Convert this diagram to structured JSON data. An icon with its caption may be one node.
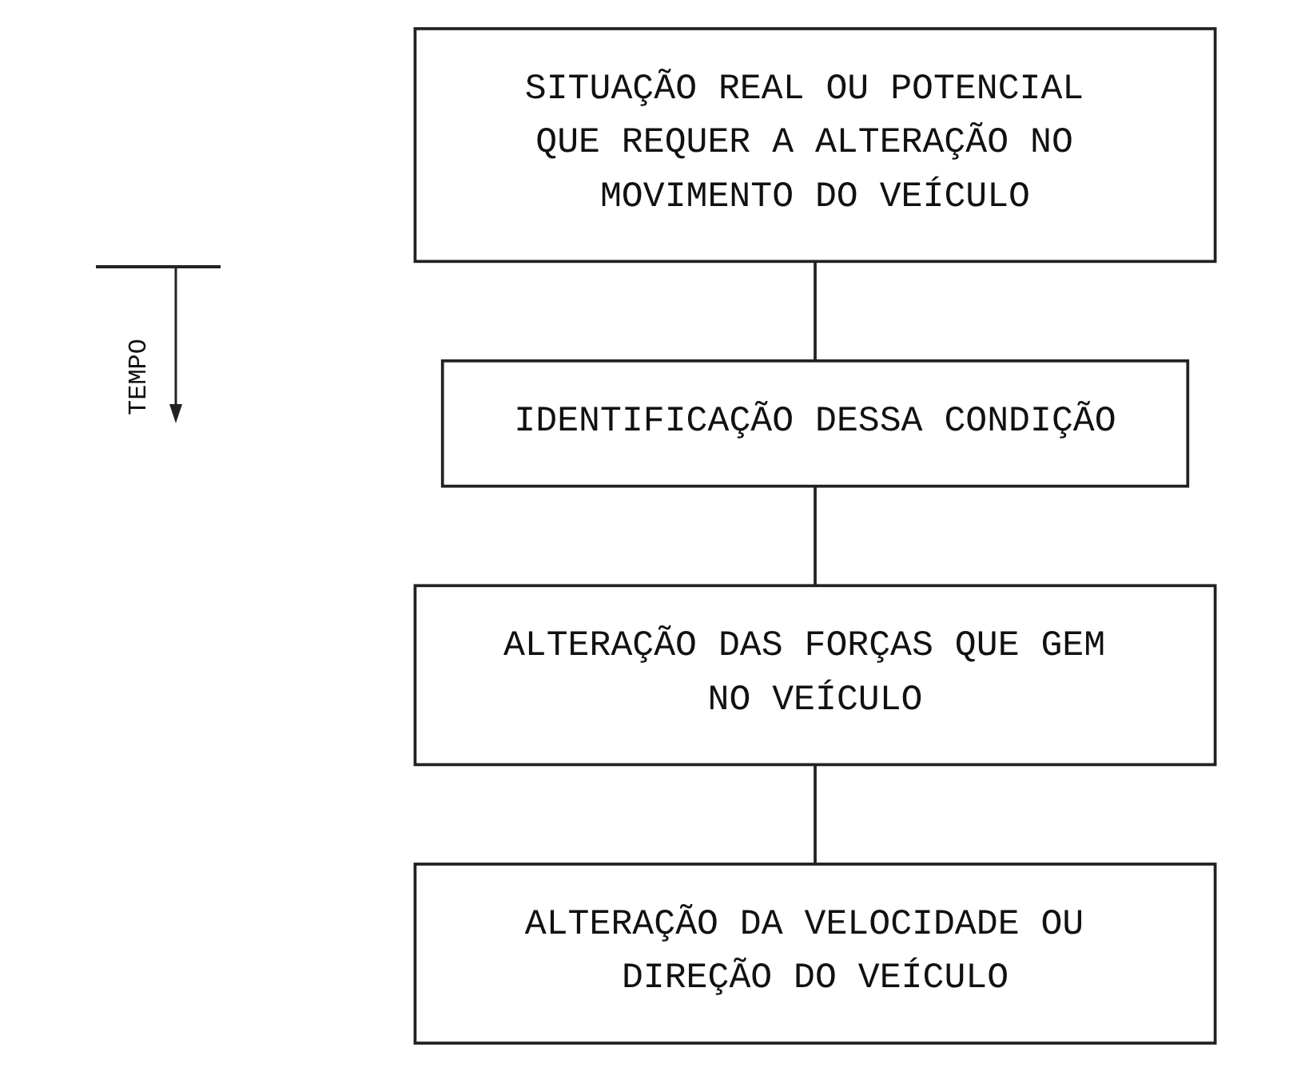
{
  "diagram": {
    "nodes": [
      {
        "text": [
          "SITUAÇÃO REAL OU POTENCIAL QUE REQUER A ALTERAÇÃO NO MOVIMENTO DO VEÍCULO"
        ]
      },
      {
        "text": [
          "IDENTIFICAÇÃO DESSA CONDIÇÃO"
        ]
      },
      {
        "text": [
          "ALTERAÇÃO DAS FORÇAS QUE GEM NO VEÍCULO"
        ]
      },
      {
        "text": [
          "ALTERAÇÃO DA VELOCIDADE OU DIREÇÃO DO VEÍCULO"
        ]
      }
    ],
    "edges": [
      {
        "from": 0,
        "to": 1,
        "arrow": "none"
      },
      {
        "from": 1,
        "to": 2,
        "arrow": "none"
      },
      {
        "from": 2,
        "to": 3,
        "arrow": "none"
      }
    ],
    "labels": [
      "TEMPO"
    ]
  }
}
